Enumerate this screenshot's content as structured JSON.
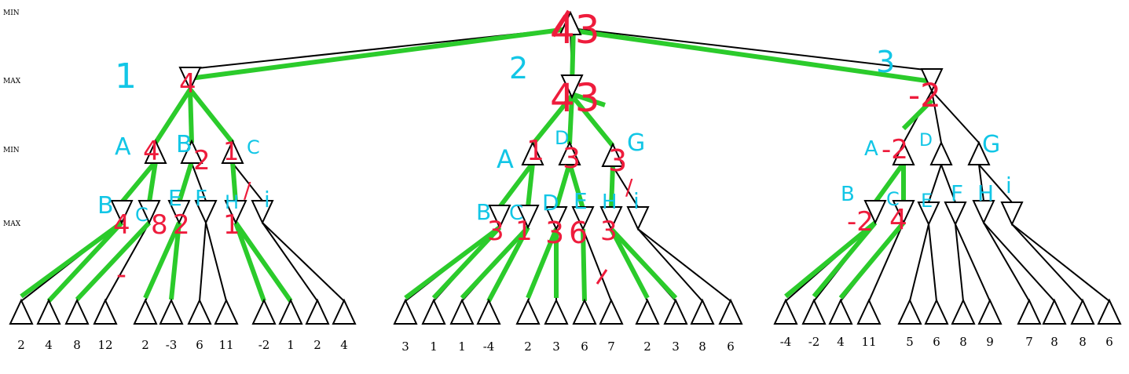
{
  "levels": [
    "MIN",
    "MAX",
    "MIN",
    "MAX"
  ],
  "colors": {
    "edge": "#000000",
    "highlight_edge": "#2bcb2b",
    "red_annotation": "#ee1c3c",
    "blue_annotation": "#12c6e6",
    "node_fill": "#ffffff",
    "node_stroke": "#000000"
  },
  "leaf_values": [
    "2",
    "4",
    "8",
    "12",
    "2",
    "-3",
    "6",
    "11",
    "-2",
    "1",
    "2",
    "4",
    "3",
    "1",
    "1",
    "-4",
    "2",
    "3",
    "6",
    "7",
    "2",
    "3",
    "8",
    "6",
    "-4",
    "-2",
    "4",
    "11",
    "5",
    "6",
    "8",
    "9",
    "7",
    "8",
    "8",
    "6"
  ],
  "annotations": {
    "root_value": "43",
    "subtree_numbers": [
      "1",
      "2",
      "3"
    ],
    "subtree1": {
      "max_value": "4",
      "min_values": [
        "4",
        "2",
        "1"
      ],
      "min_labels": [
        "A",
        "B",
        "C"
      ],
      "max_labels": [
        "B",
        "C",
        "E",
        "F",
        "H",
        "i"
      ],
      "max_values": [
        "4",
        "8",
        "2",
        "1"
      ],
      "dash": "-",
      "mark": "/"
    },
    "subtree2": {
      "max_value": "43",
      "min_values": [
        "1",
        "3",
        "3"
      ],
      "min_labels": [
        "A",
        "D",
        "G"
      ],
      "max_labels": [
        "B",
        "C",
        "D",
        "E",
        "H",
        "i"
      ],
      "max_values": [
        "3",
        "1",
        "3",
        "6",
        "3"
      ],
      "mark": "/"
    },
    "subtree3": {
      "max_value": "-2",
      "min_values": [
        "-2"
      ],
      "min_labels": [
        "A",
        "D",
        "G"
      ],
      "max_labels": [
        "B",
        "C",
        "E",
        "F",
        "H",
        "i"
      ],
      "max_values": [
        "-2",
        "4"
      ]
    }
  }
}
